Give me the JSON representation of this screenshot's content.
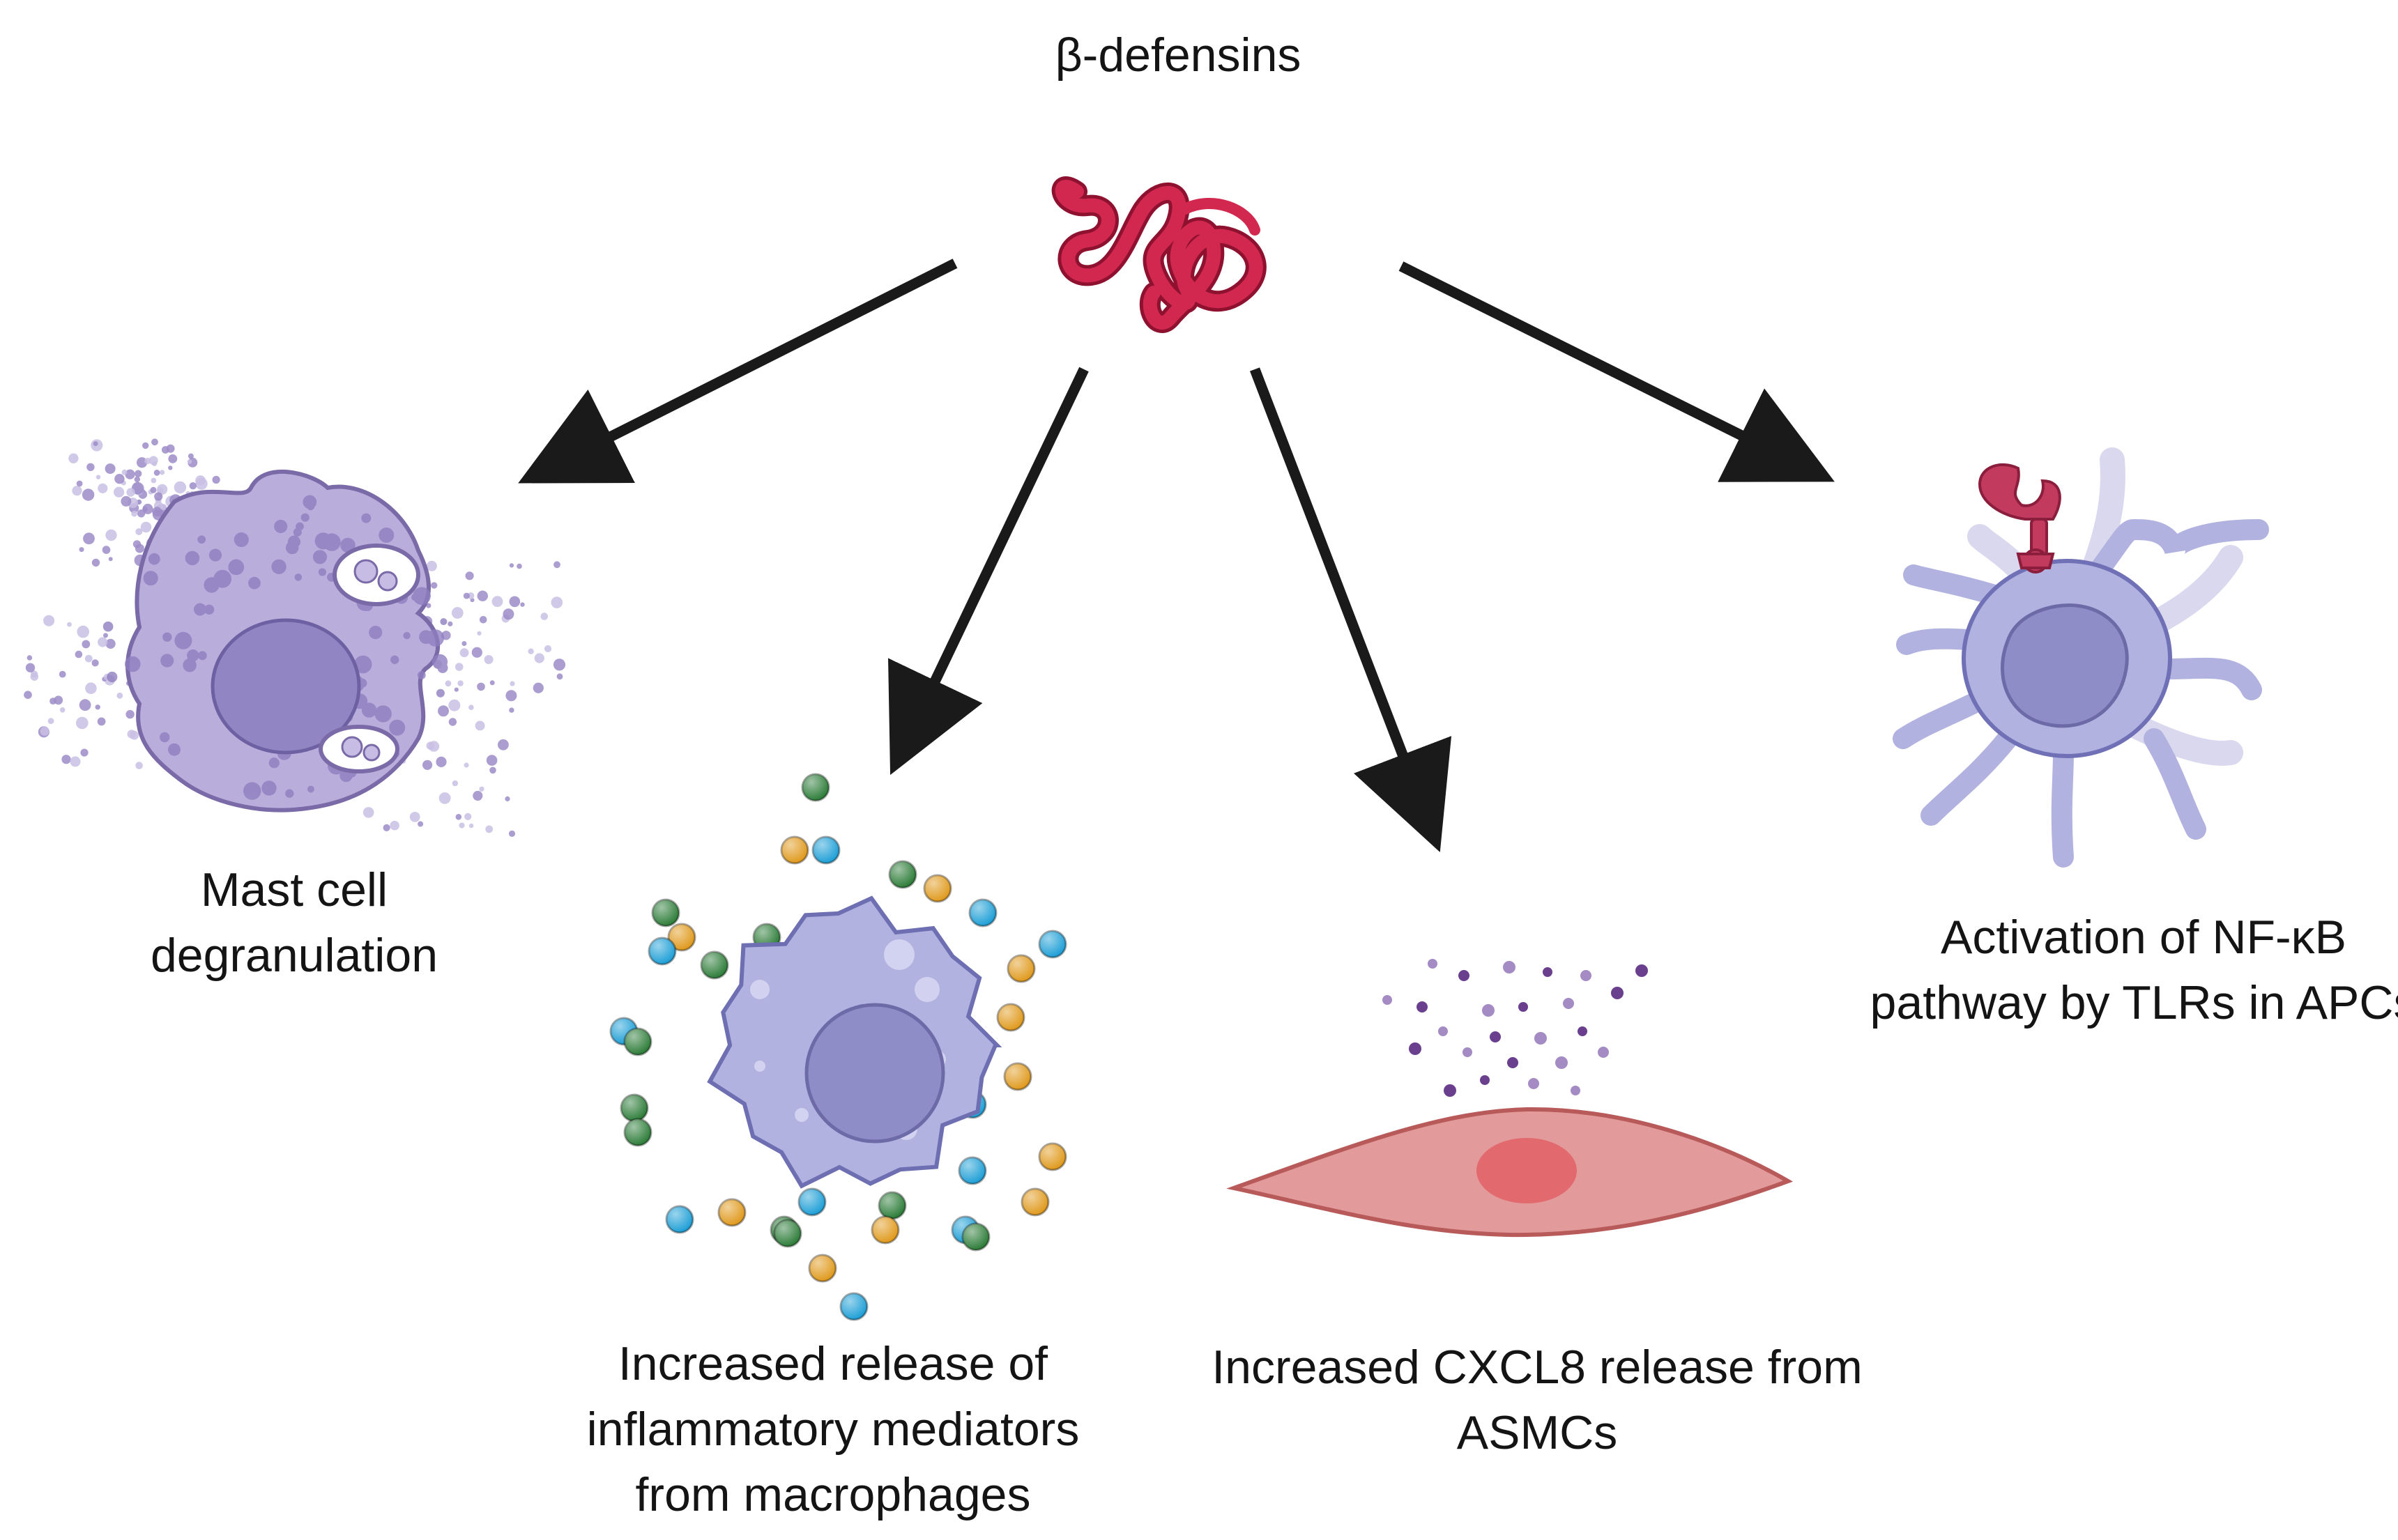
{
  "diagram": {
    "source": {
      "label": "β-defensins",
      "icon": "beta-defensin-protein-icon",
      "color": "#c81e46"
    },
    "targets": [
      {
        "id": "mast",
        "lines": [
          "Mast cell",
          "degranulation"
        ],
        "icon": "mast-cell-icon",
        "color": "#b4a6d6"
      },
      {
        "id": "macrophage",
        "lines": [
          "Increased release of",
          "inflammatory mediators",
          "from macrophages"
        ],
        "icon": "macrophage-icon",
        "color": "#b1b2e0"
      },
      {
        "id": "asmc",
        "lines": [
          "Increased CXCL8 release from",
          "ASMCs"
        ],
        "icon": "smooth-muscle-cell-icon",
        "color": "#e39a9a"
      },
      {
        "id": "apc",
        "lines": [
          "Activation of NF-κB",
          "pathway by TLRs in APCs"
        ],
        "icon": "dendritic-cell-icon",
        "color": "#b1b2e0"
      }
    ],
    "mediator_colors": [
      "#2e7d3a",
      "#e09a1e",
      "#1f9fd6"
    ]
  }
}
